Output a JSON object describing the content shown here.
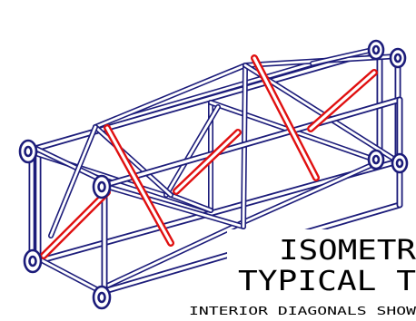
{
  "title_line_1": "ISOMETR",
  "title_line_2": "TYPICAL T",
  "note": "INTERIOR DIAGONALS SHOW",
  "colors": {
    "background": "#ffffff",
    "frame_stroke": "#1c1c7a",
    "interior_diagonal": "#e01010",
    "text": "#000000"
  },
  "icons": {
    "truss": "isometric-box-truss-drawing",
    "end_plate": "bolted-end-connection"
  }
}
